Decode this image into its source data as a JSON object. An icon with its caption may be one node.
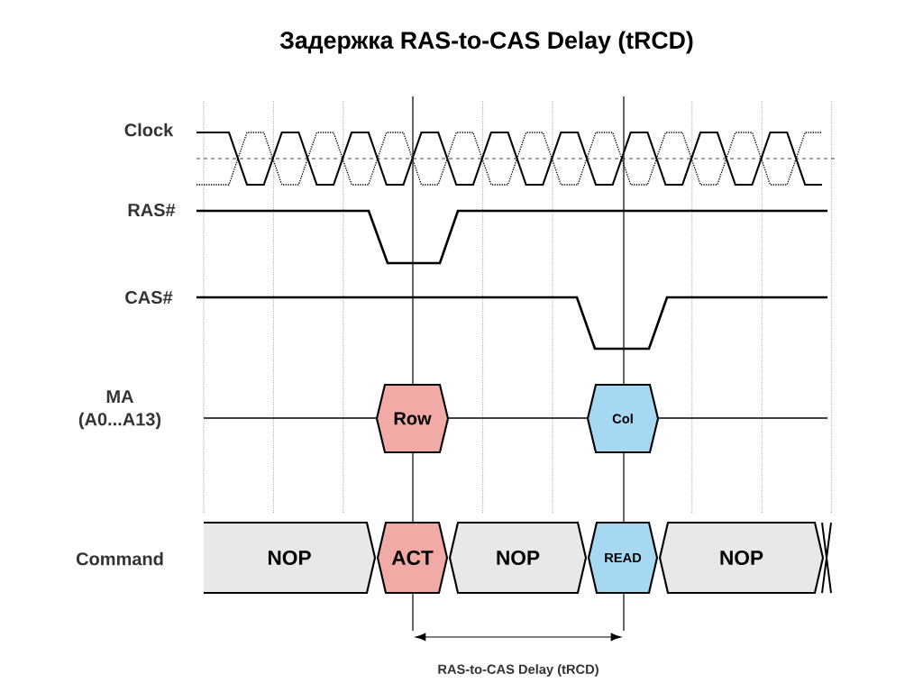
{
  "diagram": {
    "title": "Задержка RAS-to-CAS Delay (tRCD)",
    "nodes": [
      {
        "text": [
          "Row"
        ]
      },
      {
        "text": [
          "Col"
        ]
      },
      {
        "text": [
          "NOP"
        ]
      },
      {
        "text": [
          "ACT"
        ]
      },
      {
        "text": [
          "NOP"
        ]
      },
      {
        "text": [
          "READ"
        ]
      },
      {
        "text": [
          "NOP"
        ]
      }
    ],
    "labels": [
      "Clock",
      "RAS#",
      "CAS#",
      "MA",
      "(A0...A13)",
      "Command",
      "RAS-to-CAS Delay (tRCD)"
    ]
  }
}
